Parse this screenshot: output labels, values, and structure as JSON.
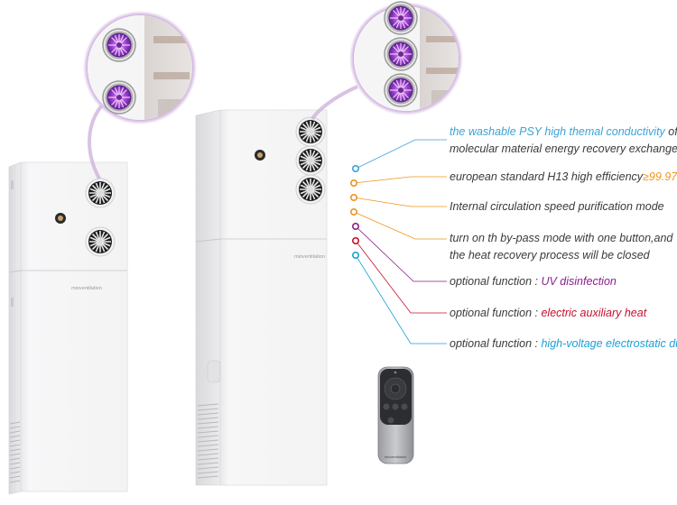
{
  "brand": {
    "left_unit_label": "mioventilation",
    "right_unit_label": "mioventilation",
    "remote_label": "mioventilation"
  },
  "colors": {
    "blue": "#3aa3d8",
    "orange": "#f0931e",
    "purple": "#8a1e8c",
    "red": "#c8102e",
    "cyan": "#1d9fd6",
    "text": "#3a3a3a"
  },
  "features": [
    {
      "line1_prefix": "",
      "line1_highlight": "the washable PSY high themal conductivity",
      "line1_suffix": " of",
      "line2": "molecular material energy recovery exchanger",
      "color": "blue"
    },
    {
      "line1_prefix": "european standard H13 high efficiency",
      "line1_highlight": "≥99.97",
      "line1_suffix": "",
      "line2": "",
      "color": "orange"
    },
    {
      "line1_prefix": "Internal circulation speed purification mode",
      "line1_highlight": "",
      "line1_suffix": "",
      "line2": "",
      "color": "orange"
    },
    {
      "line1_prefix": "turn on th by-pass mode with one button,and",
      "line1_highlight": "",
      "line1_suffix": "",
      "line2": "the heat recovery process will be closed",
      "color": "orange"
    },
    {
      "line1_prefix": "optional function : ",
      "line1_highlight": "UV disinfection",
      "line1_suffix": "",
      "line2": "",
      "color": "purple"
    },
    {
      "line1_prefix": "optional function : ",
      "line1_highlight": "electric auxiliary heat",
      "line1_suffix": "",
      "line2": "",
      "color": "red"
    },
    {
      "line1_prefix": "optional function : ",
      "line1_highlight": "high-voltage electrostatic dust",
      "line1_suffix": "",
      "line2": "",
      "color": "cyan"
    }
  ],
  "icons": [
    "fan-outlet-icon",
    "control-knob-icon",
    "remote-control-icon",
    "uv-fan-icon"
  ]
}
